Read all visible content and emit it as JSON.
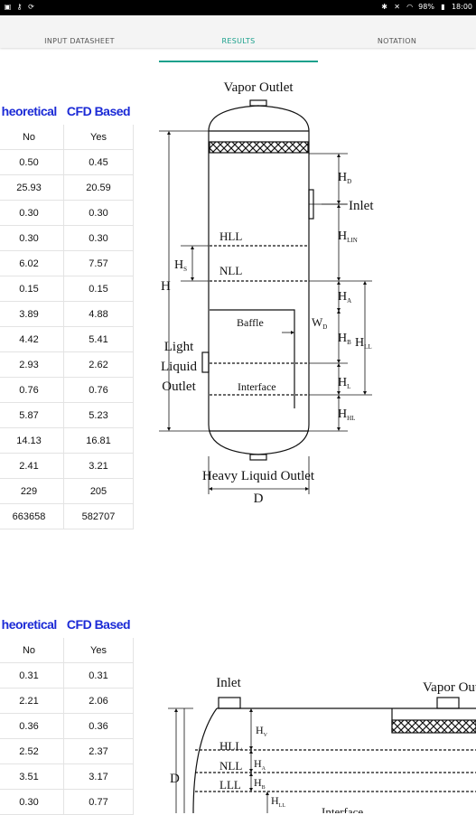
{
  "statusbar": {
    "left_icons": [
      "gallery-icon",
      "key-icon",
      "sync-icon"
    ],
    "right_icons": [
      "bluetooth-icon",
      "mute-icon",
      "wifi-icon"
    ],
    "battery": "98%",
    "time": "18:00"
  },
  "tabs": [
    {
      "label": "INPUT DATASHEET",
      "active": false
    },
    {
      "label": "RESULTS",
      "active": true
    },
    {
      "label": "NOTATION",
      "active": false
    }
  ],
  "colors": {
    "accent": "#1aa08c",
    "header_blue": "#1b2ad6"
  },
  "table1": {
    "headers": [
      "heoretical",
      "CFD Based"
    ],
    "rows": [
      [
        "No",
        "Yes"
      ],
      [
        "0.50",
        "0.45"
      ],
      [
        "25.93",
        "20.59"
      ],
      [
        "0.30",
        "0.30"
      ],
      [
        "0.30",
        "0.30"
      ],
      [
        "6.02",
        "7.57"
      ],
      [
        "0.15",
        "0.15"
      ],
      [
        "3.89",
        "4.88"
      ],
      [
        "4.42",
        "5.41"
      ],
      [
        "2.93",
        "2.62"
      ],
      [
        "0.76",
        "0.76"
      ],
      [
        "5.87",
        "5.23"
      ],
      [
        "14.13",
        "16.81"
      ],
      [
        "2.41",
        "3.21"
      ],
      [
        "229",
        "205"
      ],
      [
        "663658",
        "582707"
      ]
    ]
  },
  "table2": {
    "headers": [
      "heoretical",
      "CFD Based"
    ],
    "rows": [
      [
        "No",
        "Yes"
      ],
      [
        "0.31",
        "0.31"
      ],
      [
        "2.21",
        "2.06"
      ],
      [
        "0.36",
        "0.36"
      ],
      [
        "2.52",
        "2.37"
      ],
      [
        "3.51",
        "3.17"
      ],
      [
        "0.30",
        "0.77"
      ]
    ]
  },
  "vertical_diagram": {
    "vapor_outlet": "Vapor Outlet",
    "inlet": "Inlet",
    "hll": "HLL",
    "nll": "NLL",
    "baffle": "Baffle",
    "interface": "Interface",
    "light_liquid": "Light",
    "liquid": "Liquid",
    "outlet": "Outlet",
    "heavy_liquid_outlet": "Heavy Liquid Outlet",
    "d": "D",
    "h": "H",
    "hs": "H",
    "hs_sub": "S",
    "hd": "H",
    "hd_sub": "D",
    "hlin": "H",
    "hlin_sub": "LIN",
    "ha": "H",
    "ha_sub": "A",
    "hb": "H",
    "hb_sub": "B",
    "hll_dim": "H",
    "hll_dim_sub": "LL",
    "hl": "H",
    "hl_sub": "L",
    "hhl": "H",
    "hhl_sub": "HL",
    "wd": "W",
    "wd_sub": "D"
  },
  "horizontal_diagram": {
    "inlet": "Inlet",
    "vapor_outlet": "Vapor Out",
    "hll": "HLL",
    "nll": "NLL",
    "lll": "LLL",
    "interface": "Interface",
    "d": "D",
    "hv": "H",
    "hv_sub": "V",
    "ha": "H",
    "ha_sub": "A",
    "hb": "H",
    "hb_sub": "B",
    "hll_dim": "H",
    "hll_dim_sub": "LL"
  }
}
